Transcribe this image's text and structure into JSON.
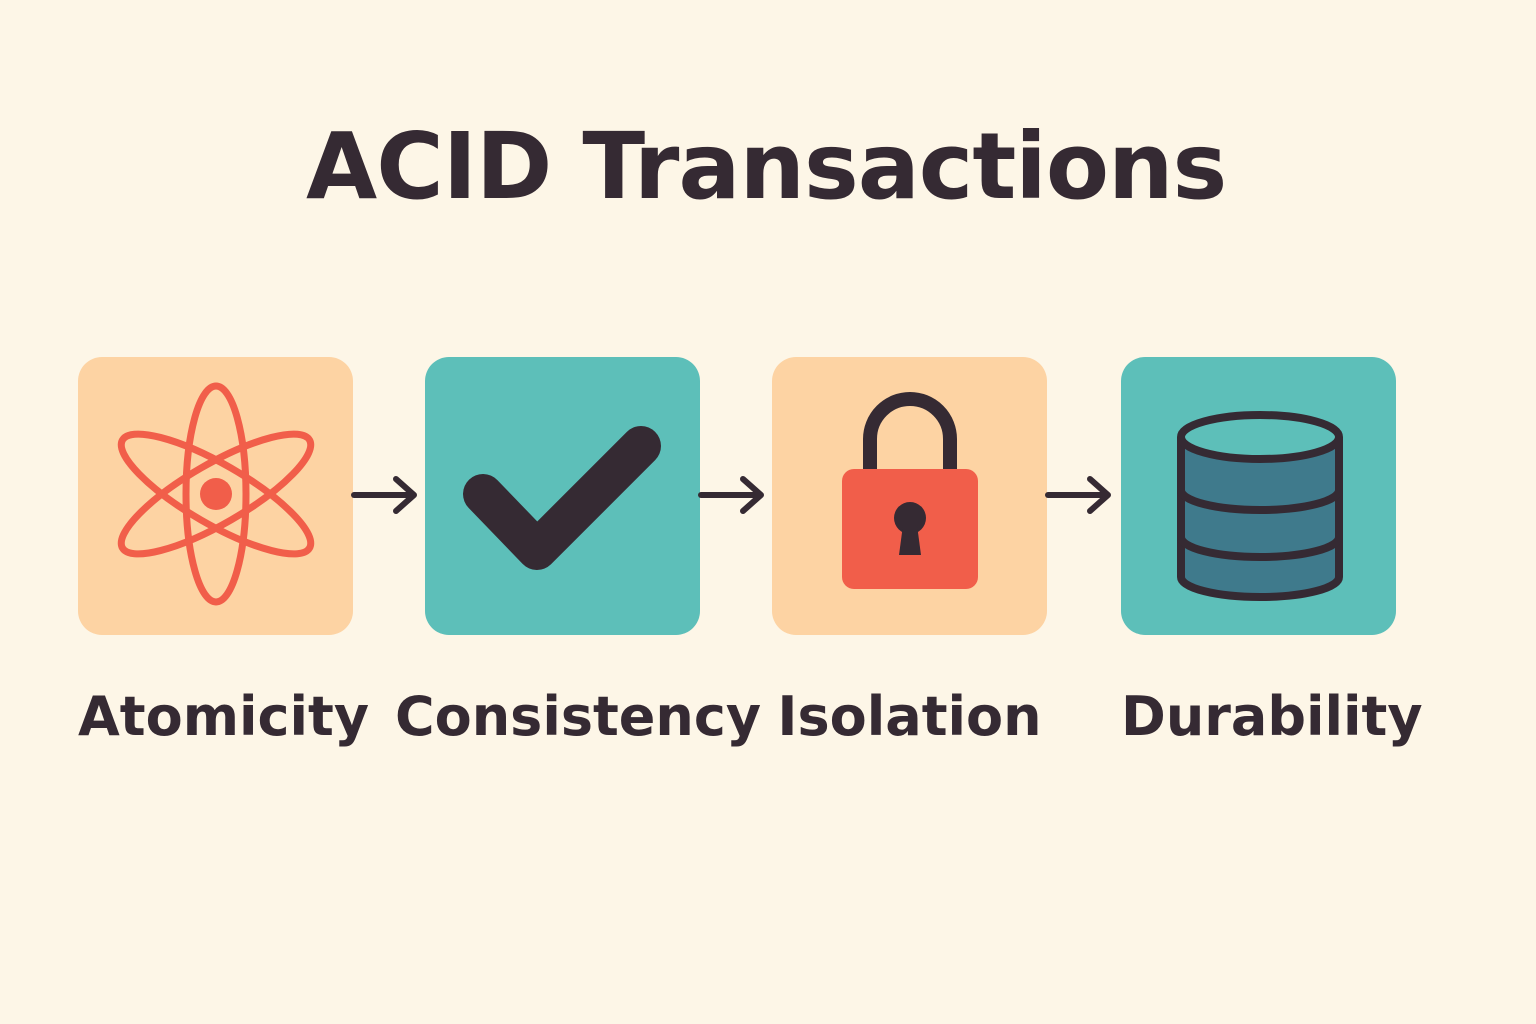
{
  "title": "ACID Transactions",
  "colors": {
    "background": "#fdf6e7",
    "text": "#352a33",
    "peach": "#fdd3a3",
    "teal": "#5dbfb9",
    "coral": "#f15e4a",
    "db_fill": "#3f7a8c"
  },
  "steps": [
    {
      "label": "Atomicity",
      "icon": "atom-icon"
    },
    {
      "label": "Consistency",
      "icon": "checkmark-icon"
    },
    {
      "label": "Isolation",
      "icon": "padlock-icon"
    },
    {
      "label": "Durability",
      "icon": "database-icon"
    }
  ],
  "connectors": [
    "arrow-right-icon",
    "arrow-right-icon",
    "arrow-right-icon"
  ]
}
